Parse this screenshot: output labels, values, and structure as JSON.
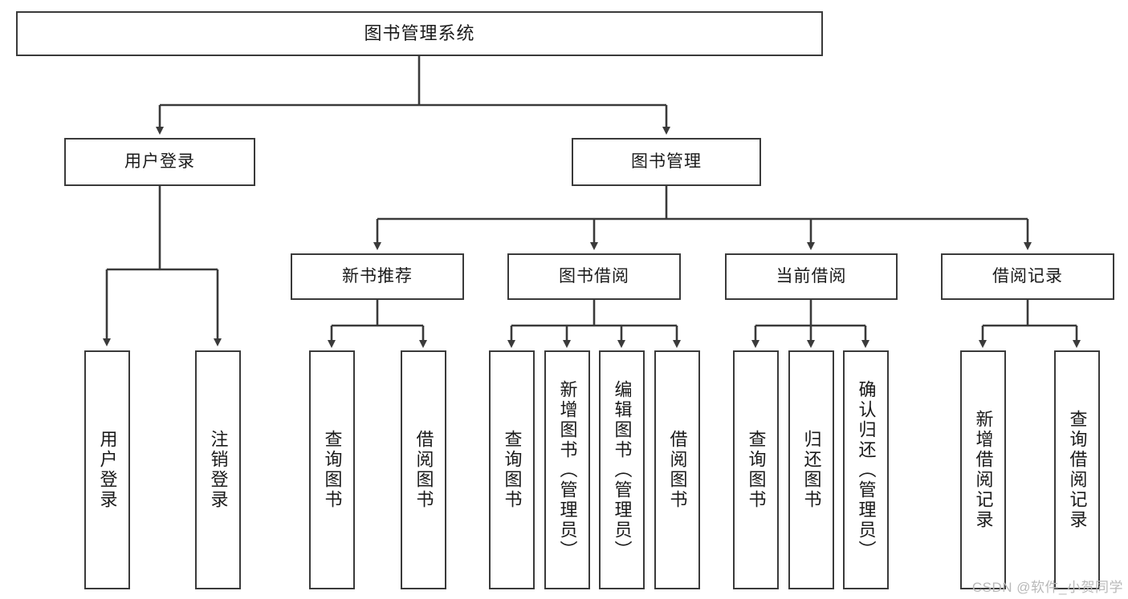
{
  "diagram": {
    "type": "tree",
    "title": "图书管理系统",
    "stroke_color": "#3a3a3a",
    "background_color": "#ffffff",
    "text_color": "#1a1a1a",
    "nodes": {
      "root": {
        "label": "图书管理系统"
      },
      "level2": [
        {
          "id": "user-login",
          "label": "用户登录"
        },
        {
          "id": "book-manage",
          "label": "图书管理"
        }
      ],
      "level3": [
        {
          "id": "new-book-recommend",
          "label": "新书推荐"
        },
        {
          "id": "book-borrow",
          "label": "图书借阅"
        },
        {
          "id": "current-borrow",
          "label": "当前借阅"
        },
        {
          "id": "borrow-record",
          "label": "借阅记录"
        }
      ],
      "leaves": {
        "user-login": [
          {
            "id": "leaf-user-login",
            "label": "用户登录"
          },
          {
            "id": "leaf-user-logout",
            "label": "注销登录"
          }
        ],
        "new-book-recommend": [
          {
            "id": "leaf-query-book-1",
            "label": "查询图书"
          },
          {
            "id": "leaf-borrow-book-1",
            "label": "借阅图书"
          }
        ],
        "book-borrow": [
          {
            "id": "leaf-query-book-2",
            "label": "查询图书"
          },
          {
            "id": "leaf-add-book",
            "label": "新增图书（管理员）"
          },
          {
            "id": "leaf-edit-book",
            "label": "编辑图书（管理员）"
          },
          {
            "id": "leaf-borrow-book-2",
            "label": "借阅图书"
          }
        ],
        "current-borrow": [
          {
            "id": "leaf-query-book-3",
            "label": "查询图书"
          },
          {
            "id": "leaf-return-book",
            "label": "归还图书"
          },
          {
            "id": "leaf-confirm-return",
            "label": "确认归还（管理员）"
          }
        ],
        "borrow-record": [
          {
            "id": "leaf-add-record",
            "label": "新增借阅记录"
          },
          {
            "id": "leaf-query-record",
            "label": "查询借阅记录"
          }
        ]
      }
    },
    "watermark": "CSDN @软件_小贺同学"
  }
}
